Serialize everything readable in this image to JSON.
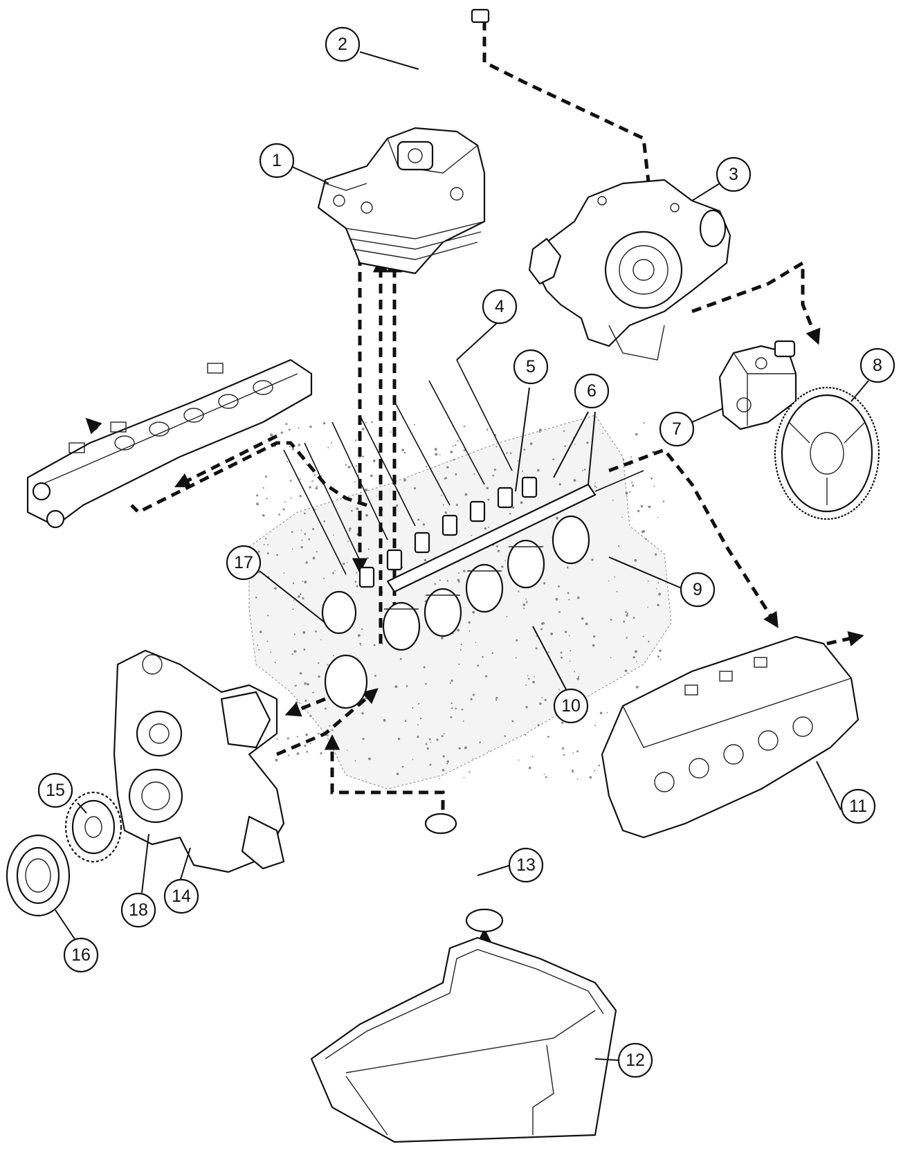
{
  "callouts": [
    {
      "id": "callout-1",
      "label": "1"
    },
    {
      "id": "callout-2",
      "label": "2"
    },
    {
      "id": "callout-3",
      "label": "3"
    },
    {
      "id": "callout-4",
      "label": "4"
    },
    {
      "id": "callout-5",
      "label": "5"
    },
    {
      "id": "callout-6",
      "label": "6"
    },
    {
      "id": "callout-7",
      "label": "7"
    },
    {
      "id": "callout-8",
      "label": "8"
    },
    {
      "id": "callout-9",
      "label": "9"
    },
    {
      "id": "callout-10",
      "label": "10"
    },
    {
      "id": "callout-11",
      "label": "11"
    },
    {
      "id": "callout-12",
      "label": "12"
    },
    {
      "id": "callout-13",
      "label": "13"
    },
    {
      "id": "callout-14",
      "label": "14"
    },
    {
      "id": "callout-15",
      "label": "15"
    },
    {
      "id": "callout-16",
      "label": "16"
    },
    {
      "id": "callout-17",
      "label": "17"
    },
    {
      "id": "callout-18",
      "label": "18"
    }
  ],
  "colors": {
    "line": "#111111",
    "background": "#ffffff"
  }
}
